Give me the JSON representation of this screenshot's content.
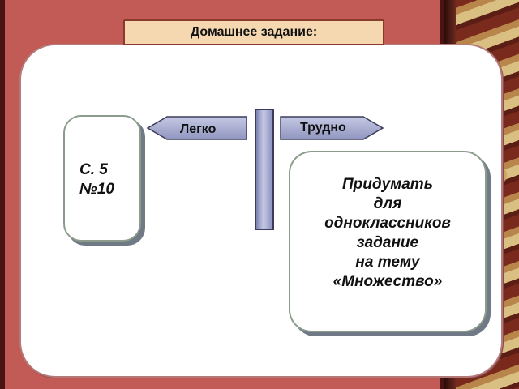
{
  "header": {
    "title": "Домашнее задание:"
  },
  "signpost": {
    "left_label": "Легко",
    "right_label": "Трудно"
  },
  "tasks": {
    "easy": {
      "lines": [
        "С. 5",
        "№10"
      ]
    },
    "hard": {
      "lines": [
        "Придумать",
        "для",
        "одноклассников",
        "задание",
        "на тему",
        "«Множество»"
      ]
    }
  }
}
